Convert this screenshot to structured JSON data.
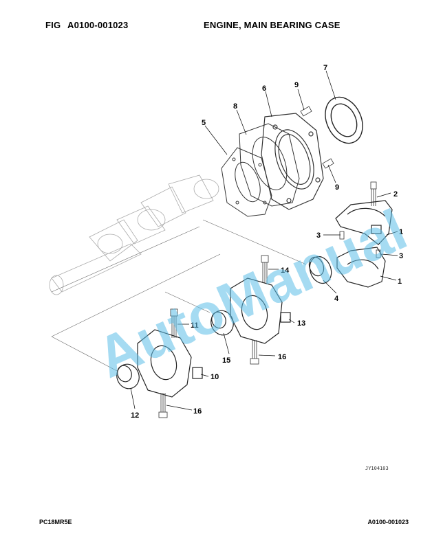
{
  "header": {
    "fig_label": "FIG",
    "fig_code": "A0100-001023",
    "title": "ENGINE, MAIN BEARING CASE"
  },
  "diagram": {
    "callouts": {
      "c1a": "1",
      "c1b": "1",
      "c2": "2",
      "c3a": "3",
      "c3b": "3",
      "c4": "4",
      "c5": "5",
      "c6": "6",
      "c7": "7",
      "c8": "8",
      "c9a": "9",
      "c9b": "9",
      "c10": "10",
      "c11": "11",
      "c12": "12",
      "c13": "13",
      "c14": "14",
      "c15": "15",
      "c16a": "16",
      "c16b": "16"
    },
    "reference_code": "JY104103",
    "watermark": "AutoManual"
  },
  "footer": {
    "model": "PC18MR5E",
    "page_code": "A0100-001023"
  }
}
